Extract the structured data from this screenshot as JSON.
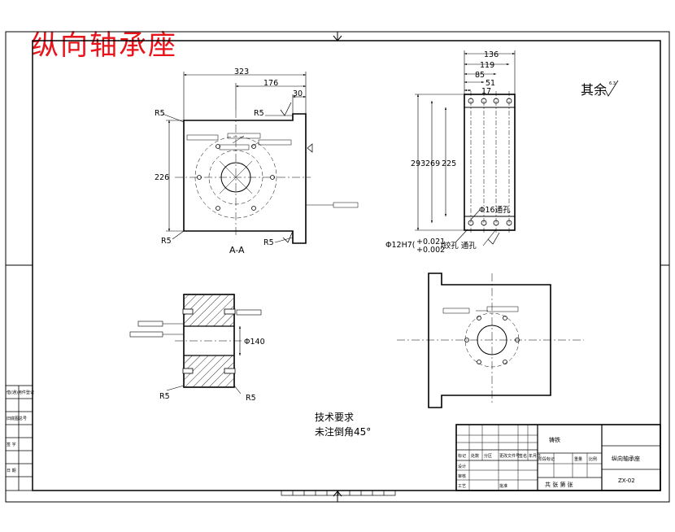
{
  "title": "纵向轴承座",
  "roughness_note": "其余",
  "roughness_value": "6.3",
  "section_label": "A-A",
  "technical_requirements": {
    "heading": "技术要求",
    "note": "未注倒角45°"
  },
  "front_view": {
    "dims": {
      "overall_width": "323",
      "right_width": "176",
      "flange": "30",
      "height": "226",
      "r_top_left": "R5",
      "r_bottom_left": "R5",
      "r_top_right": "R5",
      "r_bottom_right": "R5"
    }
  },
  "side_view": {
    "dims": {
      "w136": "136",
      "w119": "119",
      "w85": "85",
      "w51": "51",
      "w17": "17",
      "h293": "293",
      "h269": "269",
      "h225": "225",
      "through_hole": "Φ16通孔",
      "tapped_hole_prefix": "Φ12H7(",
      "tol_upper": "+0.021",
      "tol_lower": "+0.002",
      "tapped_hole_suffix": ")铰孔 通孔"
    }
  },
  "section_view": {
    "dims": {
      "bore": "Φ140",
      "r_left": "R5",
      "r_right": "R5"
    }
  },
  "left_strip": [
    "借(通)用件登记",
    "旧底图总号",
    "签 字",
    "日 期"
  ],
  "title_block": {
    "material": "铸铁",
    "drawing_name": "纵向轴承座",
    "drawing_number": "ZX-02",
    "scale_label": "比例",
    "sheet_label": "共 张 第 张",
    "columns": [
      "标记",
      "处数",
      "分区",
      "更改文件号",
      "签名",
      "年月日"
    ],
    "rows": [
      "设计",
      "审核",
      "工艺",
      "批准"
    ],
    "stage_labels": [
      "阶段标记",
      "重量",
      "比例"
    ]
  }
}
